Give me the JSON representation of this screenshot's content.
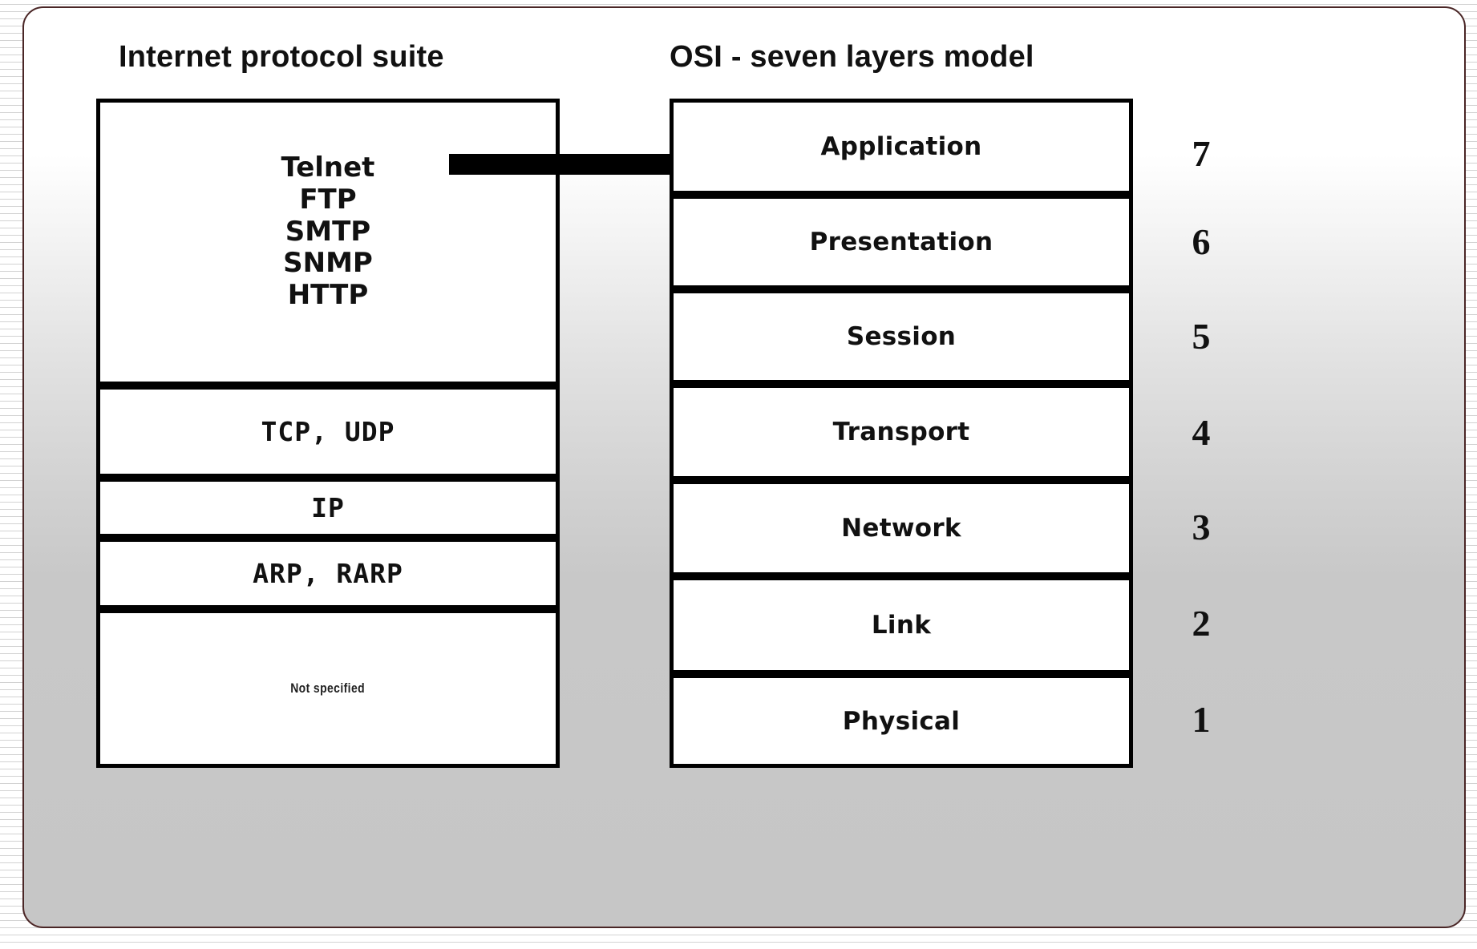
{
  "diagram": {
    "left_column": {
      "title": "Internet protocol suite",
      "boxes": [
        {
          "name": "application-protocols",
          "protocols": [
            "Telnet",
            "FTP",
            "SMTP",
            "SNMP",
            "HTTP"
          ]
        },
        {
          "name": "transport-protocols",
          "label": "TCP,  UDP"
        },
        {
          "name": "internet-protocol",
          "label": "IP"
        },
        {
          "name": "address-resolution",
          "label": "ARP,  RARP"
        },
        {
          "name": "not-specified",
          "label": "Not   specified"
        }
      ]
    },
    "right_column": {
      "title": "OSI - seven layers model",
      "layers": [
        {
          "label": "Application",
          "number": "7"
        },
        {
          "label": "Presentation",
          "number": "6"
        },
        {
          "label": "Session",
          "number": "5"
        },
        {
          "label": "Transport",
          "number": "4"
        },
        {
          "label": "Network",
          "number": "3"
        },
        {
          "label": "Link",
          "number": "2"
        },
        {
          "label": "Physical",
          "number": "1"
        }
      ]
    },
    "mapping_arrow": {
      "name": "telnet-to-application-arrow",
      "from": "Telnet",
      "to": "Application"
    },
    "colors": {
      "border": "#000000",
      "frame": "#4a2626",
      "text": "#111111",
      "panel_top": "#ffffff",
      "panel_bottom": "#c6c6c6"
    }
  }
}
